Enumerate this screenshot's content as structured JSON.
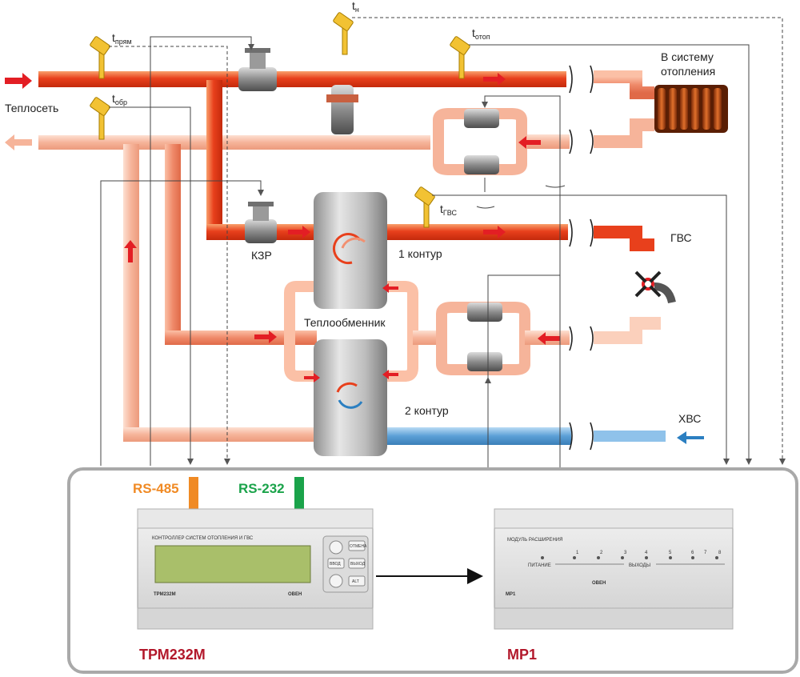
{
  "labels": {
    "heating_network": "Теплосеть",
    "heating_system_line1": "В систему",
    "heating_system_line2": "отопления",
    "hot_water": "ГВС",
    "cold_water": "ХВС",
    "valve": "КЗР",
    "circuit1": "1 контур",
    "circuit2": "2 контур",
    "heat_exchanger": "Теплообменник"
  },
  "sensors": {
    "supply": {
      "t": "t",
      "sub": "прям"
    },
    "return": {
      "t": "t",
      "sub": "обр"
    },
    "outdoor": {
      "t": "t",
      "sub": "н"
    },
    "heating": {
      "t": "t",
      "sub": "отоп"
    },
    "hot_water": {
      "t": "t",
      "sub": "ГВС"
    }
  },
  "interfaces": {
    "rs485": "RS-485",
    "rs232": "RS-232"
  },
  "devices": {
    "controller": {
      "name": "ТРМ232М",
      "panel_title": "КОНТРОЛЛЕР СИСТЕМ ОТОПЛЕНИЯ И ГВС",
      "model_small": "ТРМ232М",
      "brand": "ОВЕН",
      "buttons": [
        "ОТМЕНА",
        "ВВОД",
        "ВЫХОД",
        "ALT"
      ]
    },
    "expansion": {
      "name": "МР1",
      "panel_title": "МОДУЛЬ РАСШИРЕНИЯ",
      "power": "ПИТАНИЕ",
      "outputs": "ВЫХОДЫ",
      "model_small": "МР1",
      "brand": "ОВЕН",
      "output_numbers": [
        "1",
        "2",
        "3",
        "4",
        "5",
        "6",
        "7",
        "8"
      ]
    }
  },
  "colors": {
    "hot_pipe": "#e8401c",
    "return_pipe": "#f6b49a",
    "mid_pipe": "#ef8a6a",
    "cold_pipe": "#5b9fd6",
    "arrow_red": "#e31e24",
    "arrow_blue": "#2b7fc1",
    "rs485": "#f08a24",
    "rs232": "#1aa34a",
    "device_label": "#b2182b",
    "frame": "#a9a9a9"
  }
}
